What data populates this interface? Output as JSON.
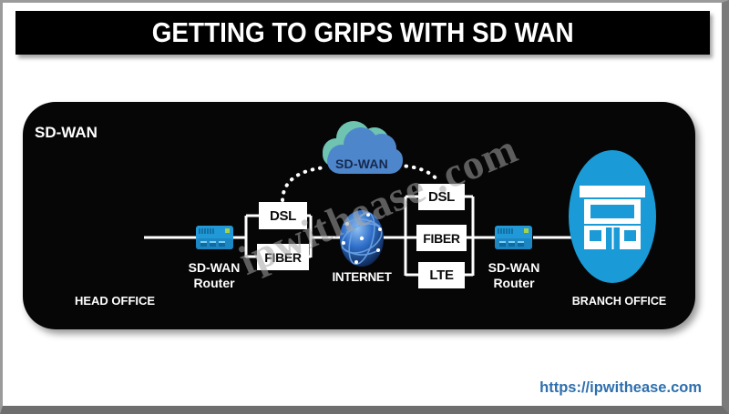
{
  "title": "GETTING TO GRIPS WITH SD WAN",
  "panel": {
    "label": "SD-WAN"
  },
  "cloud": {
    "label": "SD-WAN"
  },
  "sites": {
    "head_office": "HEAD OFFICE",
    "branch_office": "BRANCH OFFICE"
  },
  "internet_label": "INTERNET",
  "routers": {
    "left": {
      "line1": "SD-WAN",
      "line2": "Router"
    },
    "right": {
      "line1": "SD-WAN",
      "line2": "Router"
    }
  },
  "links": {
    "left": [
      "DSL",
      "FIBER"
    ],
    "right": [
      "DSL",
      "FIBER",
      "LTE"
    ]
  },
  "watermark": "ipwithease .com",
  "footer": {
    "url": "https://ipwithease.com"
  },
  "colors": {
    "router_blue": "#2199d8",
    "branch_blue": "#1a9bd7",
    "cloud_blue": "#4e86cb",
    "cloud_teal": "#6fc3b1",
    "globe_navy": "#0a1e44",
    "url_blue": "#2e6fad"
  }
}
